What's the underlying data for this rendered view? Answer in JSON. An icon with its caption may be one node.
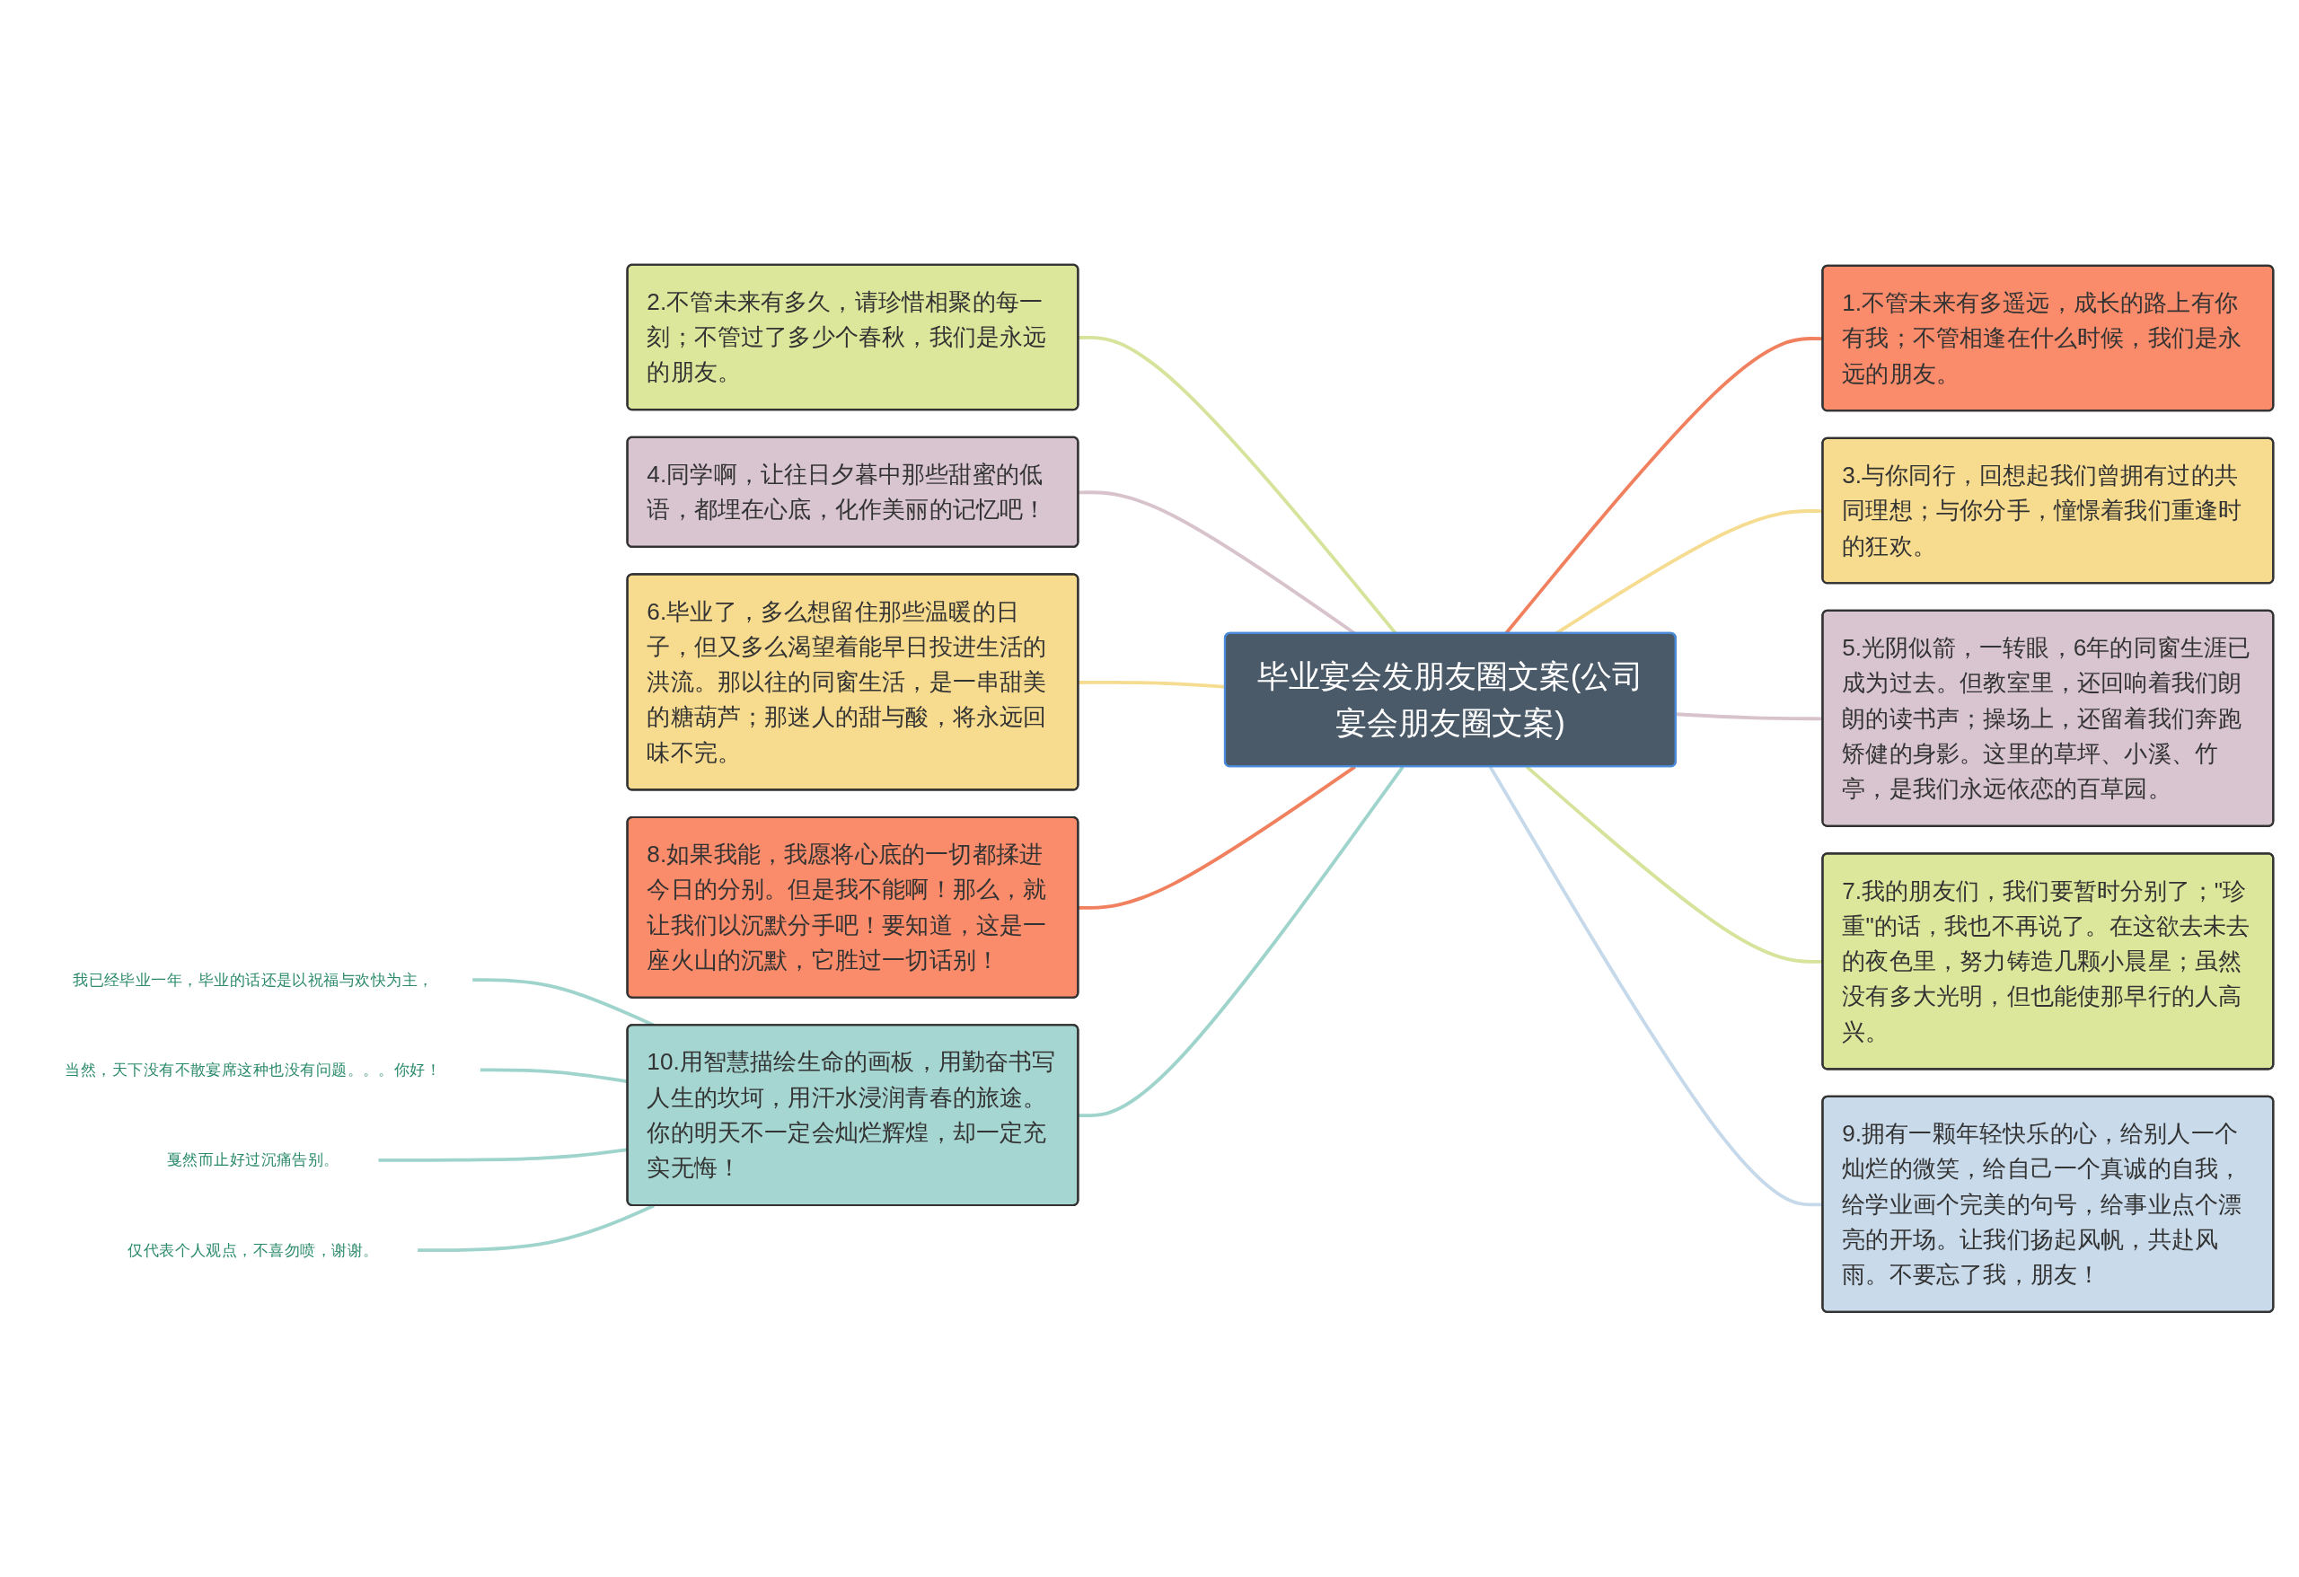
{
  "diagram": {
    "nodes": [
      {
        "text": [
          "毕业宴会发朋友圈文案(公司宴会朋友圈文案)"
        ]
      },
      {
        "text": [
          "1.不管未来有多遥远，成长的路上有你有我；不管相逢在什么时候，我们是永远的朋友。"
        ]
      },
      {
        "text": [
          "2.不管未来有多久，请珍惜相聚的每一刻；不管过了多少个春秋，我们是永远的朋友。"
        ]
      },
      {
        "text": [
          "3.与你同行，回想起我们曾拥有过的共同理想；与你分手，憧憬着我们重逢时的狂欢。"
        ]
      },
      {
        "text": [
          "4.同学啊，让往日夕暮中那些甜蜜的低语，都埋在心底，化作美丽的记忆吧！"
        ]
      },
      {
        "text": [
          "5.光阴似箭，一转眼，6年的同窗生涯已成为过去。但教室里，还回响着我们朗朗的读书声；操场上，还留着我们奔跑矫健的身影。这里的草坪、小溪、竹亭，是我们永远依恋的百草园。"
        ]
      },
      {
        "text": [
          "6.毕业了，多么想留住那些温暖的日子，但又多么渴望着能早日投进生活的洪流。那以往的同窗生活，是一串甜美的糖葫芦；那迷人的甜与酸，将永远回味不完。"
        ]
      },
      {
        "text": [
          "7.我的朋友们，我们要暂时分别了；\"珍重\"的话，我也不再说了。在这欲去未去的夜色里，努力铸造几颗小晨星；虽然没有多大光明，但也能使那早行的人高兴。"
        ]
      },
      {
        "text": [
          "8.如果我能，我愿将心底的一切都揉进今日的分别。但是我不能啊！那么，就让我们以沉默分手吧！要知道，这是一座火山的沉默，它胜过一切话别！"
        ]
      },
      {
        "text": [
          "9.拥有一颗年轻快乐的心，给别人一个灿烂的微笑，给自己一个真诚的自我，给学业画个完美的句号，给事业点个漂亮的开场。让我们扬起风帆，共赴风雨。不要忘了我，朋友！"
        ]
      },
      {
        "text": [
          "10.用智慧描绘生命的画板，用勤奋书写人生的坎坷，用汗水浸润青春的旅途。你的明天不一定会灿烂辉煌，却一定充实无悔！"
        ]
      },
      {
        "text": [
          "我已经毕业一年，毕业的话还是以祝福与欢快为主，"
        ]
      },
      {
        "text": [
          "当然，天下没有不散宴席这种也没有问题。。。你好！"
        ]
      },
      {
        "text": [
          "戛然而止好过沉痛告别。"
        ]
      },
      {
        "text": [
          "仅代表个人观点，不喜勿喷，谢谢。"
        ]
      }
    ],
    "edges": [
      {
        "from": 0,
        "to": 1,
        "arrow": "none",
        "color": "#f0805e"
      },
      {
        "from": 2,
        "to": 0,
        "arrow": "none",
        "color": "#d6e39b"
      },
      {
        "from": 0,
        "to": 3,
        "arrow": "none",
        "color": "#f5dc90"
      },
      {
        "from": 4,
        "to": 0,
        "arrow": "none",
        "color": "#d8c3cc"
      },
      {
        "from": 0,
        "to": 5,
        "arrow": "none",
        "color": "#d8c3cc"
      },
      {
        "from": 6,
        "to": 0,
        "arrow": "none",
        "color": "#f5dc90"
      },
      {
        "from": 0,
        "to": 7,
        "arrow": "none",
        "color": "#d6e39b"
      },
      {
        "from": 8,
        "to": 0,
        "arrow": "none",
        "color": "#f0805e"
      },
      {
        "from": 0,
        "to": 9,
        "arrow": "none",
        "color": "#c6d9ea"
      },
      {
        "from": 10,
        "to": 0,
        "arrow": "none",
        "color": "#9fd4cc"
      },
      {
        "from": 11,
        "to": 10,
        "arrow": "none",
        "color": "#9fd4cc"
      },
      {
        "from": 12,
        "to": 10,
        "arrow": "none",
        "color": "#9fd4cc"
      },
      {
        "from": 13,
        "to": 10,
        "arrow": "none",
        "color": "#9fd4cc"
      },
      {
        "from": 14,
        "to": 10,
        "arrow": "none",
        "color": "#9fd4cc"
      }
    ]
  }
}
